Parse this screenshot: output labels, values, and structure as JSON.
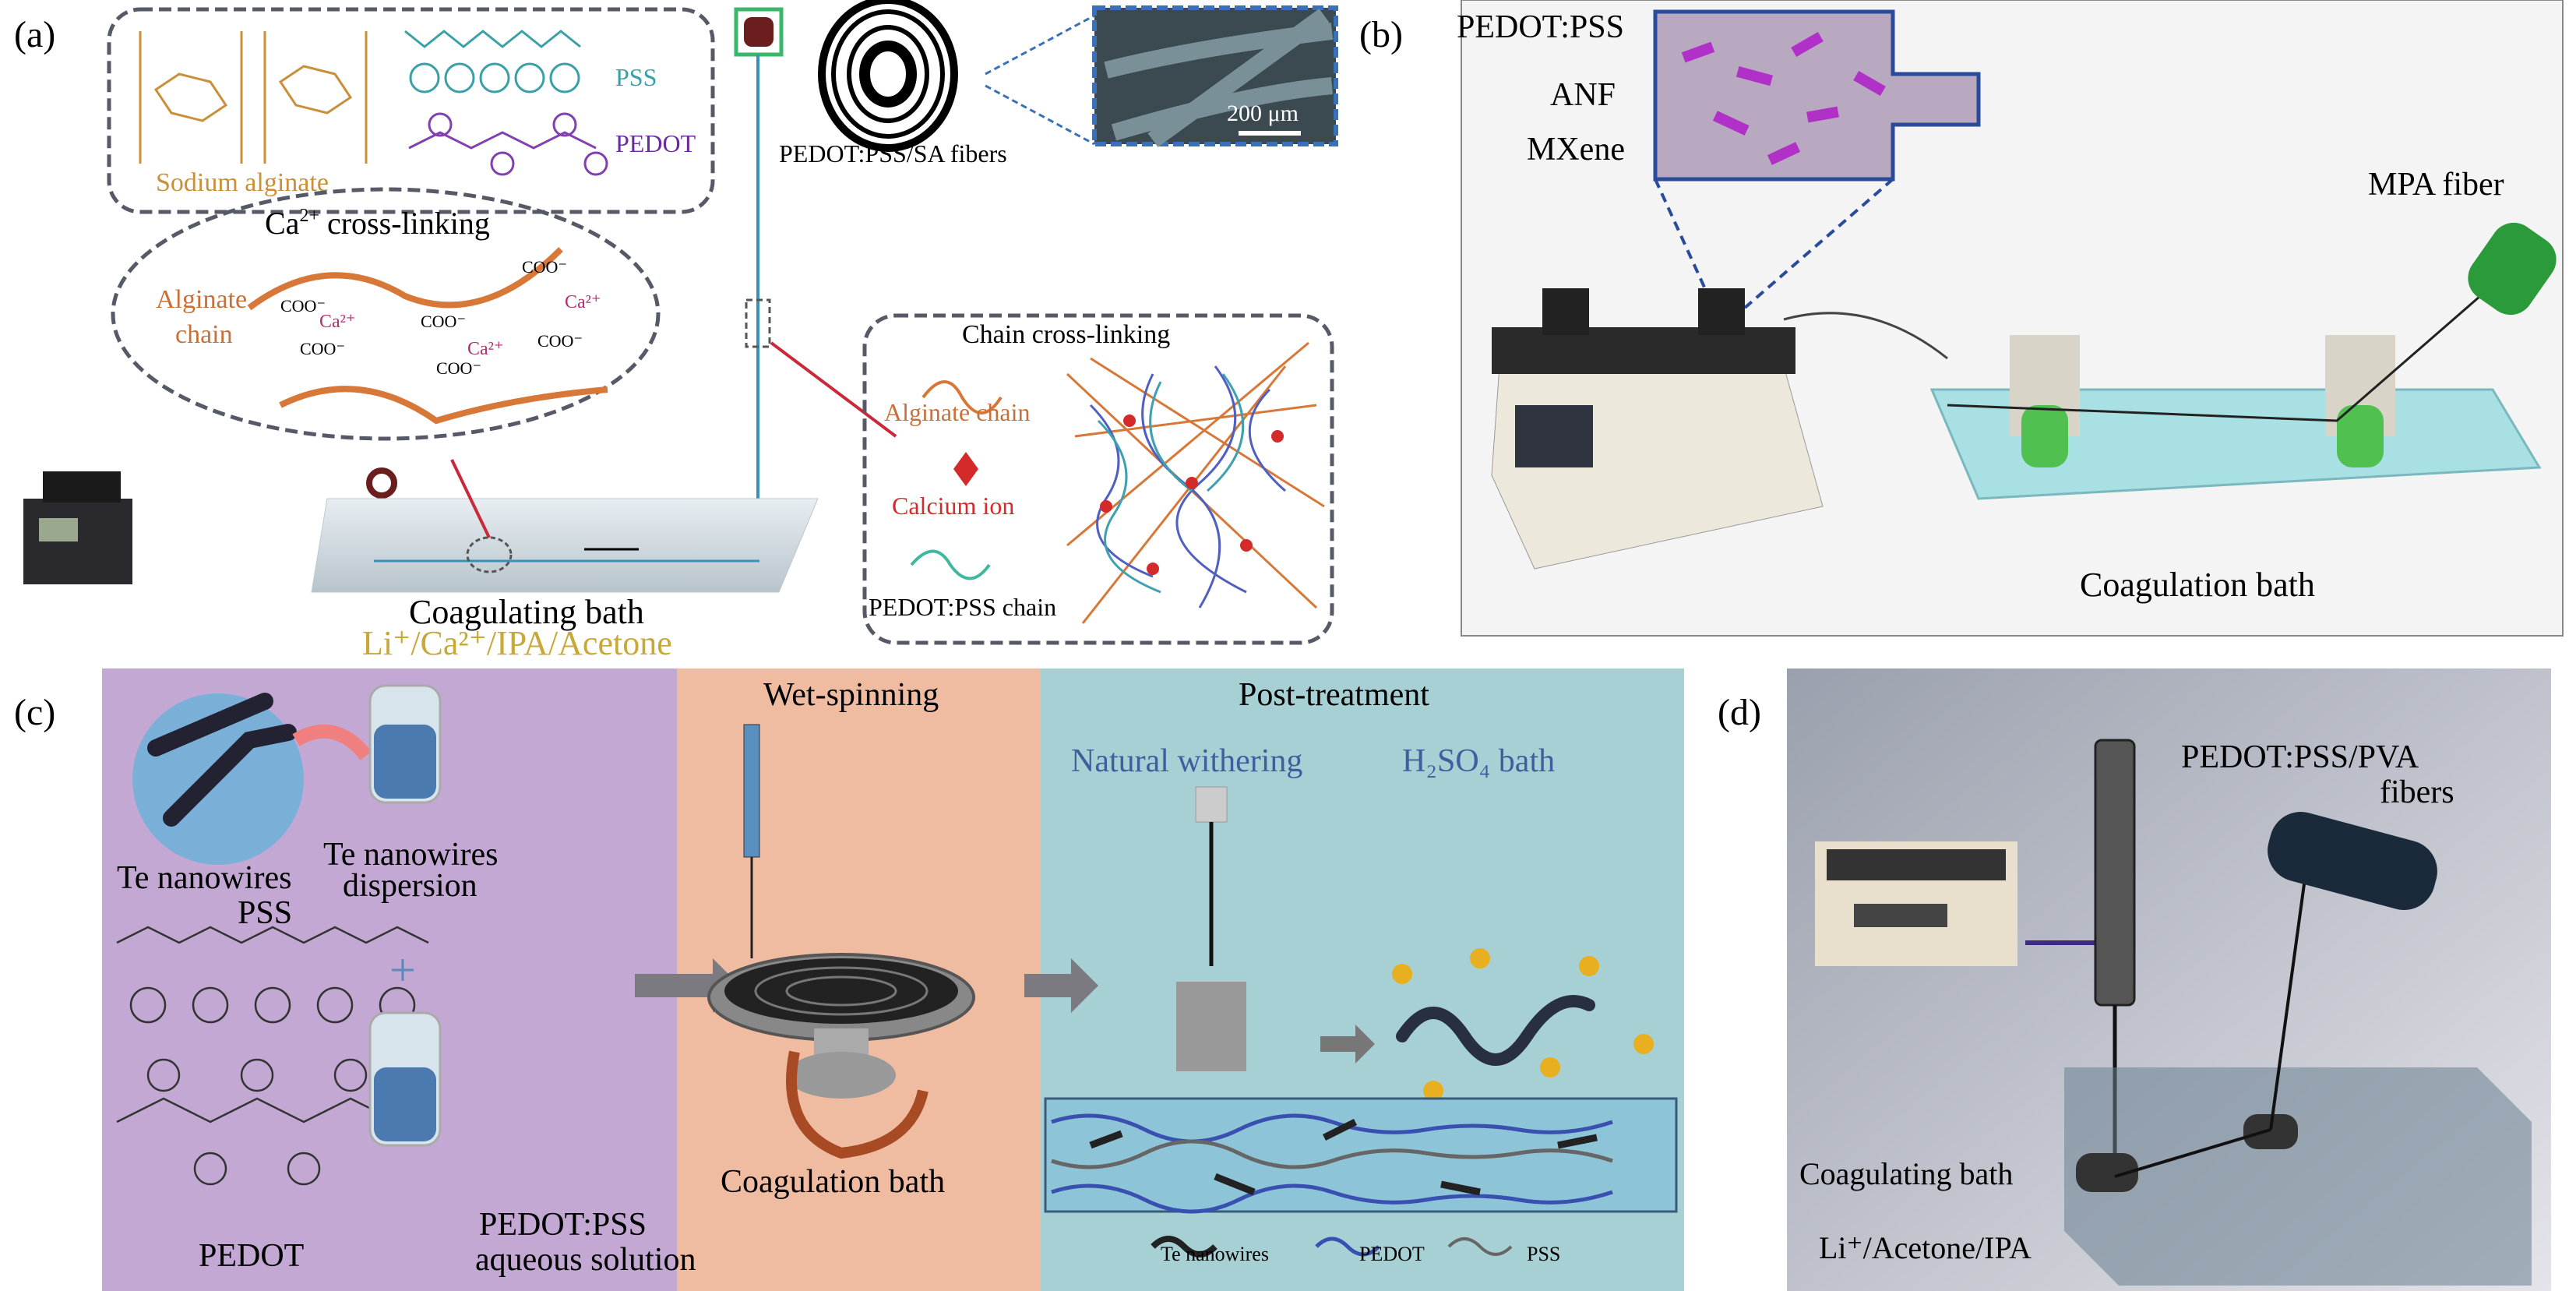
{
  "panel_a": {
    "label": "(a)",
    "sodium_alginate": "Sodium alginate",
    "pss": "PSS",
    "pedot": "PEDOT",
    "fibers_caption": "PEDOT:PSS/SA fibers",
    "scale_bar": "200 μm",
    "ca_crosslinking": "Ca",
    "ca_sup": "2+",
    "ca_crosslinking_rest": " cross-linking",
    "alginate_chain_1": "Alginate",
    "alginate_chain_2": "chain",
    "coo": "COO⁻",
    "ca_ion": "Ca²⁺",
    "chain_crosslinking": "Chain cross-linking",
    "legend_alginate": "Alginate chain",
    "legend_calcium": "Calcium ion",
    "legend_pedot_pss": "PEDOT:PSS chain",
    "bath": "Coagulating bath",
    "bath_composition": "Li⁺/Ca²⁺/IPA/Acetone",
    "colors": {
      "alginate": "#c8903a",
      "pss": "#3aa0a8",
      "pedot": "#8040b0",
      "calcium": "#d42a2a",
      "chain": "#d87838"
    }
  },
  "panel_b": {
    "label": "(b)",
    "pedot_pss": "PEDOT:PSS",
    "anf": "ANF",
    "mxene": "MXene",
    "mpa_fiber": "MPA fiber",
    "bath": "Coagulation bath"
  },
  "panel_c": {
    "label": "(c)",
    "wet_spinning": "Wet-spinning",
    "post_treatment": "Post-treatment",
    "natural_withering": "Natural withering",
    "h2so4_bath": "H₂SO₄ bath",
    "te_nanowires": "Te nanowires",
    "te_dispersion_1": "Te nanowires",
    "te_dispersion_2": "dispersion",
    "pss": "PSS",
    "pedot": "PEDOT",
    "pedot_pss_1": "PEDOT:PSS",
    "pedot_pss_2": "aqueous solution",
    "coagulation_bath": "Coagulation bath",
    "legend": [
      "Te nanowires",
      "PEDOT",
      "PSS"
    ],
    "colors": {
      "purple": "#c2a8d2",
      "orange": "#efbca2",
      "teal": "#a6d0d4",
      "blue_text": "#3e5f9e"
    }
  },
  "panel_d": {
    "label": "(d)",
    "fibers_1": "PEDOT:PSS/PVA",
    "fibers_2": "fibers",
    "bath": "Coagulating bath",
    "composition": "Li⁺/Acetone/IPA"
  }
}
